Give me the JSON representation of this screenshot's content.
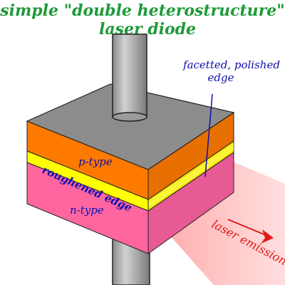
{
  "title": {
    "line1": "simple \"double heterostructure\"",
    "line2": "laser diode"
  },
  "labels": {
    "edge_line1": "facetted, polished",
    "edge_line2": "edge",
    "p_type": "p-type",
    "roughened_edge": "roughened edge",
    "n_type": "n-type",
    "emission": "laser emission"
  },
  "colors": {
    "title": "#1e9a3a",
    "label_blue": "#1010b0",
    "emission_text": "#e01818",
    "p_layer": "#ff7a00",
    "active_layer": "#ffff00",
    "n_layer": "#ff66a0",
    "top_face": "#8c8c8c",
    "electrode": "#a8a8a8",
    "beam": "#ffb0b0"
  }
}
